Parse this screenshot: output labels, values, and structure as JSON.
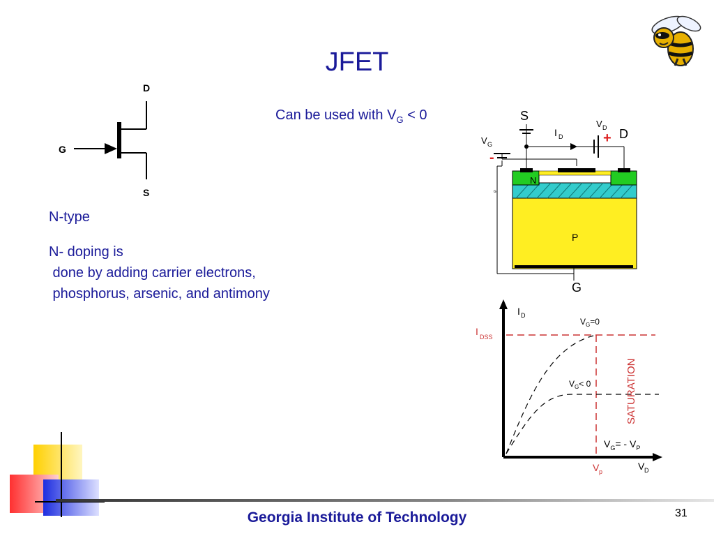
{
  "title": "JFET",
  "usage_note": {
    "text": "Can be used with V",
    "sub": "G",
    "suffix": " < 0"
  },
  "bullets": {
    "ntype": "N-type",
    "doping_heading": "N- doping is",
    "doping_line1": " done by adding carrier electrons,",
    "doping_line2": " phosphorus, arsenic, and antimony"
  },
  "symbol": {
    "drain_label": "D",
    "gate_label": "G",
    "source_label": "S"
  },
  "cross_section": {
    "source_label": "S",
    "drain_label": "D",
    "gate_label": "G",
    "current_label": "I",
    "current_sub": "D",
    "vd_label": "V",
    "vd_sub": "D",
    "vg_label": "V",
    "vg_sub": "G",
    "plus_sign": "+",
    "minus_sign": "-",
    "n_region": "N",
    "p_region": "P",
    "g_small": "G"
  },
  "iv_curve": {
    "y_axis_label": "I",
    "y_axis_sub": "D",
    "x_axis_label": "V",
    "x_axis_sub": "D",
    "idss_label": "I",
    "idss_sub": "DSS",
    "vp_label": "V",
    "vp_sub": "p",
    "curve_vg0_label": "V",
    "curve_vg0_sub": "G",
    "curve_vg0_suffix": "=0",
    "curve_vgneg_label": "V",
    "curve_vgneg_sub": "G",
    "curve_vgneg_suffix": "< 0",
    "curve_vgvp_label": "V",
    "curve_vgvp_sub": "G",
    "curve_vgvp_mid": "= - V",
    "curve_vgvp_sub2": "P",
    "saturation_label": "SATURATION"
  },
  "footer": {
    "institution": "Georgia Institute of Technology",
    "page_number": "31"
  },
  "colors": {
    "title_blue": "#1a1a99",
    "n_green": "#22cc22",
    "p_yellow": "#ffee22",
    "channel_cyan": "#33cccc",
    "annotation_red": "#cc3333"
  }
}
